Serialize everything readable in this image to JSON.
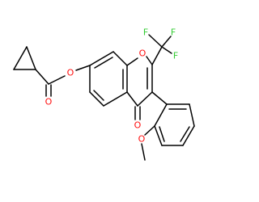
{
  "molecule": {
    "atoms": {
      "ester_o_carbonyl": {
        "symbol": "O",
        "color": "#ff0d0d"
      },
      "ester_o_link": {
        "symbol": "O",
        "color": "#ff0d0d"
      },
      "ring_o": {
        "symbol": "O",
        "color": "#ff0d0d"
      },
      "ketone_o": {
        "symbol": "O",
        "color": "#ff0d0d"
      },
      "methoxy_o": {
        "symbol": "O",
        "color": "#ff0d0d"
      },
      "f1": {
        "symbol": "F",
        "color": "#33cc33"
      },
      "f2": {
        "symbol": "F",
        "color": "#33cc33"
      },
      "f3": {
        "symbol": "F",
        "color": "#33cc33"
      }
    },
    "bond_color": "#000000",
    "background": "#ffffff"
  }
}
